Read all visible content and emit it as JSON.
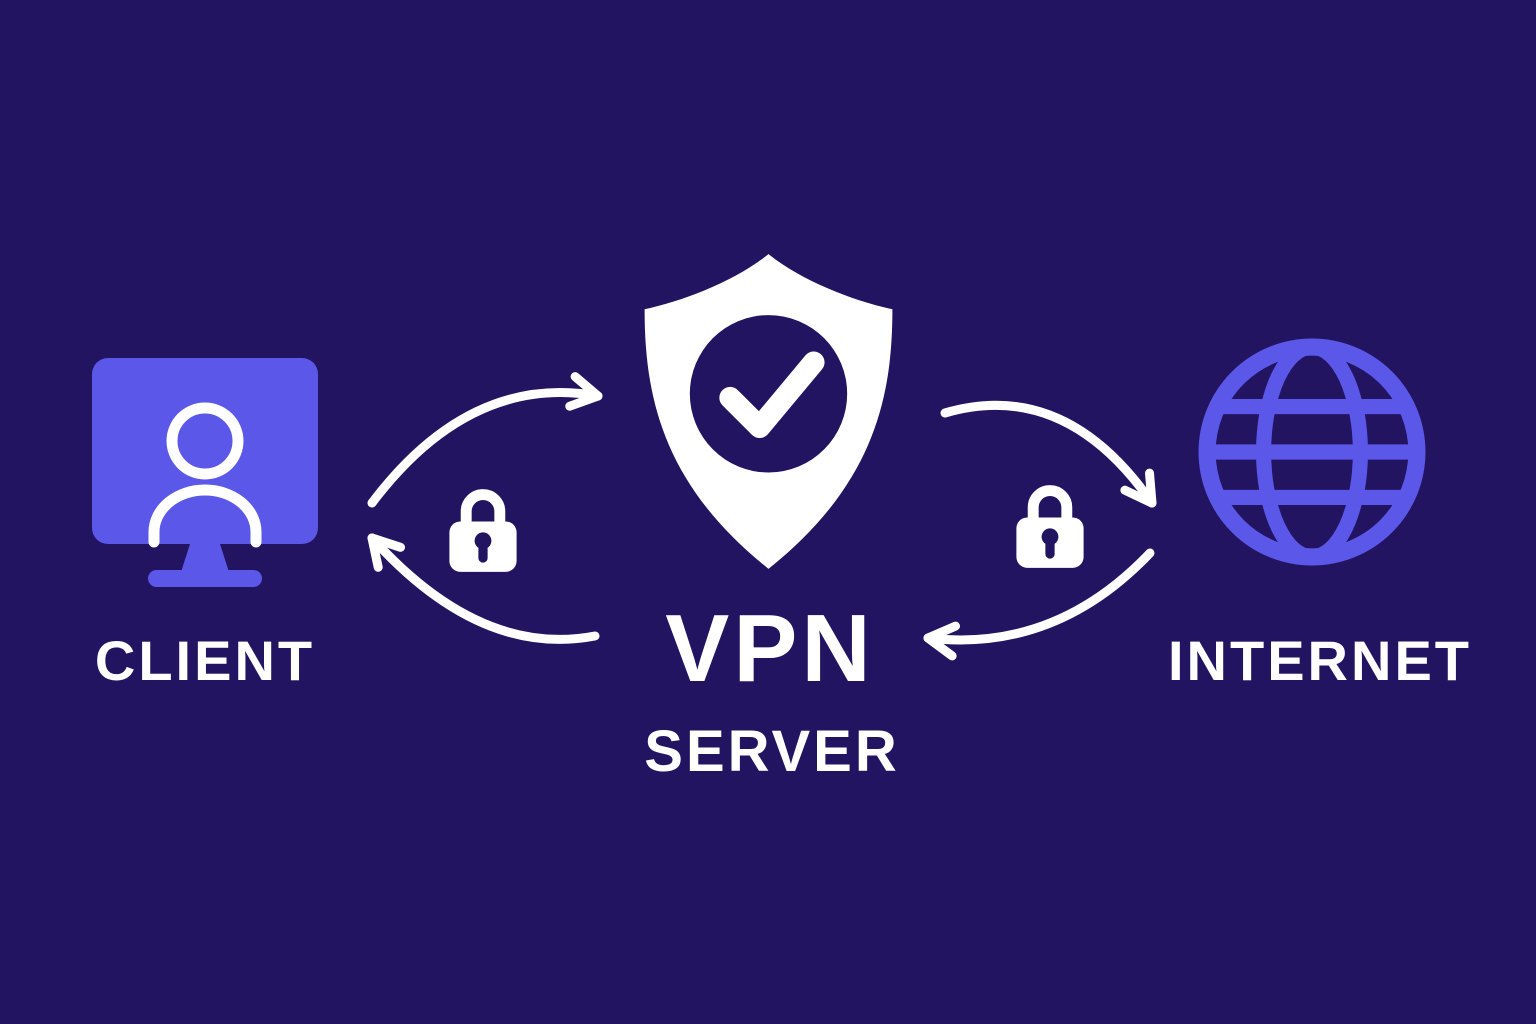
{
  "colors": {
    "background": "#221461",
    "accent": "#5b57e8",
    "foreground": "#ffffff"
  },
  "nodes": {
    "client": {
      "label": "CLIENT",
      "icon": "monitor-user-icon"
    },
    "vpn_server": {
      "label_line1": "VPN",
      "label_line2": "SERVER",
      "icon": "shield-check-icon"
    },
    "internet": {
      "label": "INTERNET",
      "icon": "globe-icon"
    }
  },
  "connections": {
    "client_vpn": {
      "icon": "padlock-icon",
      "direction": "bidirectional"
    },
    "vpn_internet": {
      "icon": "padlock-icon",
      "direction": "bidirectional"
    }
  }
}
